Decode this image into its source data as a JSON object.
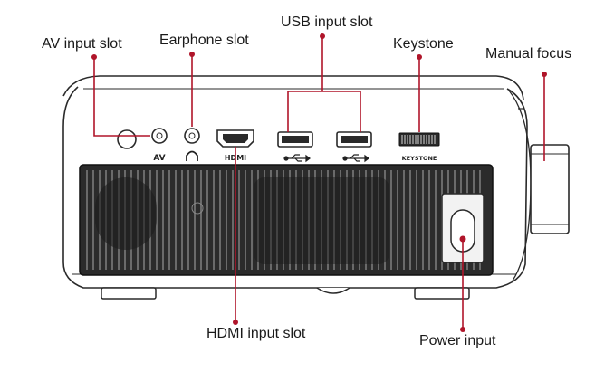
{
  "labels": {
    "av": "AV input slot",
    "earphone": "Earphone slot",
    "usb": "USB input slot",
    "keystone": "Keystone",
    "focus": "Manual focus",
    "hdmi": "HDMI input slot",
    "power": "Power input"
  },
  "port_marks": {
    "av": "AV",
    "hdmi": "HDMI",
    "keystone": "KEYSTONE"
  },
  "icons": {
    "earphone": "headphone-icon",
    "usb": "usb-symbol-icon"
  },
  "colors": {
    "callout": "#b0152a",
    "outline": "#2a2a2a"
  }
}
